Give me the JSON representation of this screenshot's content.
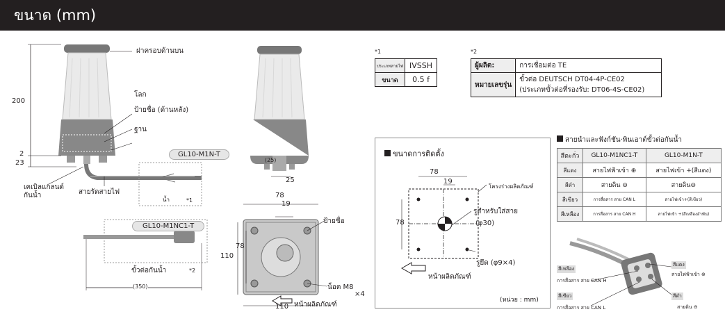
{
  "header": {
    "title": "ขนาด (mm)"
  },
  "left_figure": {
    "labels": {
      "top_cover": "ฝาครอบด้านบน",
      "globe": "โลก",
      "nameplate": "ป้ายชื่อ (ด้านหลัง)",
      "base": "ฐาน",
      "gland": "เคเบิลแกลนด์กันน้ำ",
      "cable_tie": "สายรัดสายไฟ",
      "model_a": "GL10-M1N-T",
      "model_b": "GL10-M1NC1-T",
      "water": "น้ำ",
      "note1": "*1",
      "connector": "ขั้วต่อกันน้ำ",
      "note2": "*2"
    },
    "dims": {
      "h200": "200",
      "d2": "2",
      "d23": "23",
      "l350": "(350)"
    }
  },
  "mid_figure": {
    "dims": {
      "d25p": "(25)",
      "d25": "25",
      "w78": "78",
      "w19": "19",
      "h110": "110",
      "h78": "78",
      "w110": "110"
    },
    "labels": {
      "nameplate": "ป้ายชื่อ",
      "nut": "น็อต  M8",
      "nut_qty": "×4",
      "front": "หน้าผลิตภัณฑ์"
    }
  },
  "note1_table": {
    "mark": "*1",
    "rows": [
      {
        "label": "ประเภทสายไฟ",
        "value": "IVSSH"
      },
      {
        "label": "ขนาด",
        "value": "0.5 f"
      }
    ]
  },
  "note2_table": {
    "mark": "*2",
    "rows": [
      {
        "label": "ผู้ผลิต:",
        "value": "การเชื่อมต่อ TE"
      },
      {
        "label": "หมายเลขรุ่น",
        "value": "ขั้วต่อ DEUTSCH DT04-4P-CE02",
        "value2": "(ประเภทขั้วต่อที่รองรับ: DT06-4S-CE02)"
      }
    ]
  },
  "mounting": {
    "title": "ขนาดการติดตั้ง",
    "w78": "78",
    "w19": "19",
    "h78": "78",
    "outline": "โครงร่างผลิตภัณฑ์",
    "cable_hole": "รูสำหรับใส่สาย",
    "cable_hole_dia": "(φ30)",
    "screw_hole": "รูยึด (φ9×4)",
    "front": "หน้าผลิตภัณฑ์",
    "unit": "(หน่วย : mm)"
  },
  "wire_table": {
    "title": "สายนำและฟังก์ชัน·พินเอาต์ขั้วต่อกันน้ำ",
    "headers": [
      "สีตะกั่ว",
      "GL10-M1NC1-T",
      "GL10-M1N-T"
    ],
    "rows": [
      [
        "สีแดง",
        "สายไฟฟ้าเข้า ⊕",
        "สายไฟเข้า +(สีแดง)"
      ],
      [
        "สีดำ",
        "สายดิน ⊖",
        "สายดิน⊖"
      ],
      [
        "สีเขียว",
        "การสื่อสาร สาย  CAN L",
        "สายไฟเข้า+(สีเขียว)"
      ],
      [
        "สีเหลือง",
        "การสื่อสาร สาย  CAN H",
        "สายไฟเข้า +(สีเหลืองอำพัน)"
      ]
    ]
  },
  "connector_fig": {
    "yellow": "สีเหลือง",
    "yellow_desc": "การสื่อสาร สาย CAN H",
    "green": "สีเขียว",
    "green_desc": "การสื่อสาร สาย CAN L",
    "red": "สีแดง",
    "red_desc": "สายไฟฟ้าเข้า ⊕",
    "black": "สีดำ",
    "black_desc": "สายดิน ⊖"
  }
}
